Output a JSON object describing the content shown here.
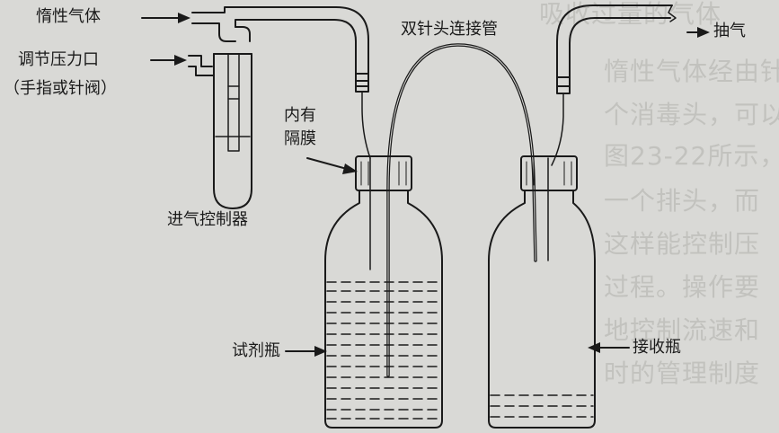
{
  "labels": {
    "inert_gas": "惰性气体",
    "pressure_line1": "调节压力口",
    "pressure_line2": "（手指或针阀）",
    "controller": "进气控制器",
    "double_needle": "双针头连接管",
    "vacuum": "抽气",
    "septum_line1": "内有",
    "septum_line2": "隔膜",
    "reagent_bottle": "试剂瓶",
    "receiving_bottle": "接收瓶"
  },
  "background_text": [
    "吸收过量的气体",
    "惰性气体经由针尖",
    "个消毒头，可以在",
    "图23-22所示，",
    "一个排头，而",
    "这样能控制压",
    "过程。操作要",
    "地控制流速和",
    "时的管理制度"
  ],
  "colors": {
    "background": "#d9d9d6",
    "line": "#1a1a1a",
    "liquid_dash": "#1a1a1a"
  }
}
